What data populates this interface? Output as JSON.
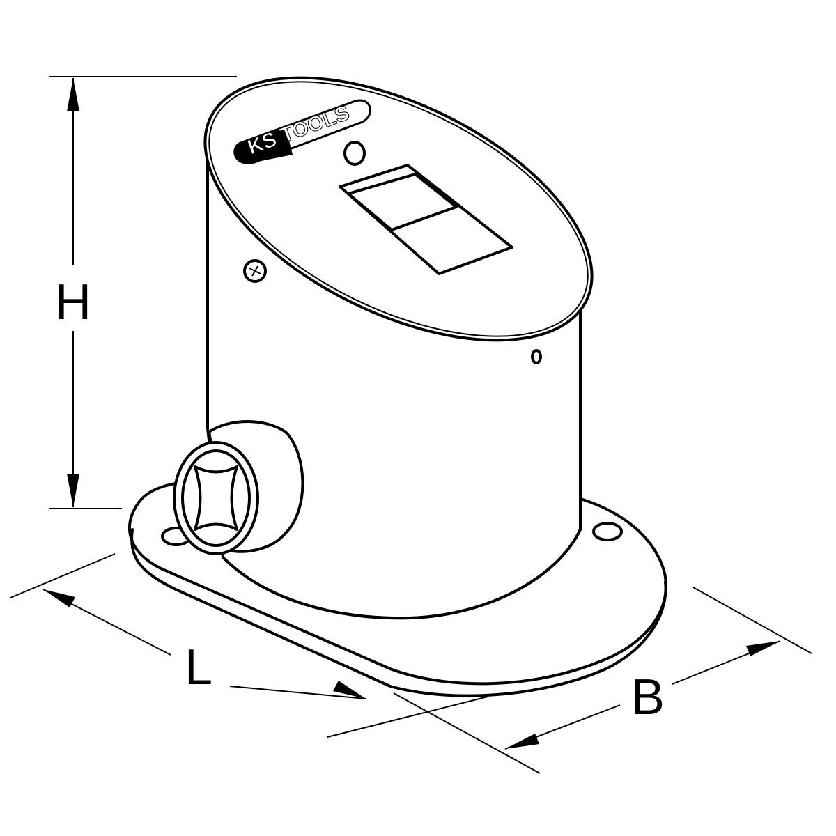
{
  "drawing": {
    "brand_logo": "KS TOOLS",
    "dimensions": {
      "height_label": "H",
      "length_label": "L",
      "width_label": "B"
    }
  }
}
